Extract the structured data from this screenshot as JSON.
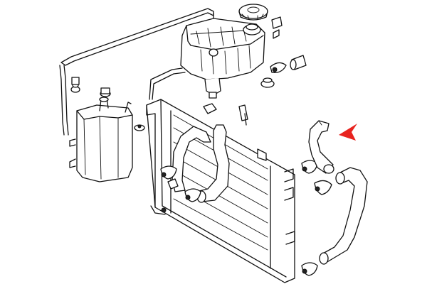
{
  "diagram": {
    "type": "exploded-parts-diagram",
    "components": [
      {
        "id": "overflow-line",
        "icon": "hose-line-icon"
      },
      {
        "id": "expansion-tank",
        "icon": "coolant-tank-icon"
      },
      {
        "id": "expansion-tank-cap",
        "icon": "cap-icon"
      },
      {
        "id": "washer-reservoir",
        "icon": "reservoir-icon"
      },
      {
        "id": "radiator",
        "icon": "radiator-icon"
      },
      {
        "id": "upper-hose",
        "icon": "hose-icon"
      },
      {
        "id": "lower-hose",
        "icon": "hose-icon"
      },
      {
        "id": "bypass-hose",
        "icon": "hose-icon"
      },
      {
        "id": "hose-clamps",
        "icon": "clamp-icon"
      },
      {
        "id": "rubber-mounts",
        "icon": "grommet-icon"
      }
    ],
    "highlight": {
      "target": "upper-hose",
      "indicator": "red-arrow-icon",
      "color": "#e8231f"
    }
  }
}
